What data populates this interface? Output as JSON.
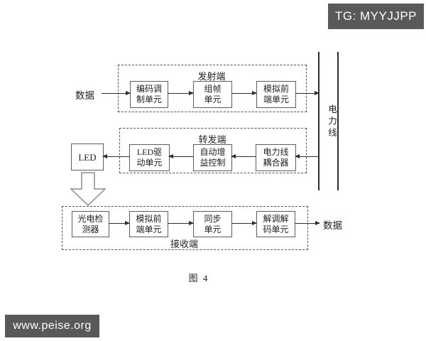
{
  "banners": {
    "top_right": "TG: MYYJJPP",
    "bottom_left": "www.peise.org"
  },
  "figure_caption": "图 4",
  "io_labels": {
    "input_data": "数据",
    "output_data": "数据"
  },
  "power_line_label": "电力线",
  "led_label": "LED",
  "icons": {
    "down_arrow": "hollow-down-arrow"
  },
  "sections": {
    "transmitter": {
      "title": "发射端",
      "blocks": [
        {
          "lines": [
            "编码调",
            "制单元"
          ]
        },
        {
          "lines": [
            "组帧",
            "单元"
          ]
        },
        {
          "lines": [
            "模拟前",
            "端单元"
          ]
        }
      ]
    },
    "repeater": {
      "title": "转发端",
      "blocks": [
        {
          "lines": [
            "LED驱",
            "动单元"
          ]
        },
        {
          "lines": [
            "自动增",
            "益控制"
          ]
        },
        {
          "lines": [
            "电力线",
            "耦合器"
          ]
        }
      ]
    },
    "receiver": {
      "title": "接收端",
      "blocks": [
        {
          "lines": [
            "光电检",
            "测器"
          ]
        },
        {
          "lines": [
            "模拟前",
            "端单元"
          ]
        },
        {
          "lines": [
            "同步",
            "单元"
          ]
        },
        {
          "lines": [
            "解调解",
            "码单元"
          ]
        }
      ]
    }
  },
  "colors": {
    "background": "#ffffff",
    "banner_bg": "#59585a",
    "banner_text": "#ffffff",
    "diagram_line": "#2e2e2e",
    "block_border": "#5d5d5d",
    "dashed_border": "#555555",
    "hollow_arrow_stroke": "#8a8a8a"
  }
}
